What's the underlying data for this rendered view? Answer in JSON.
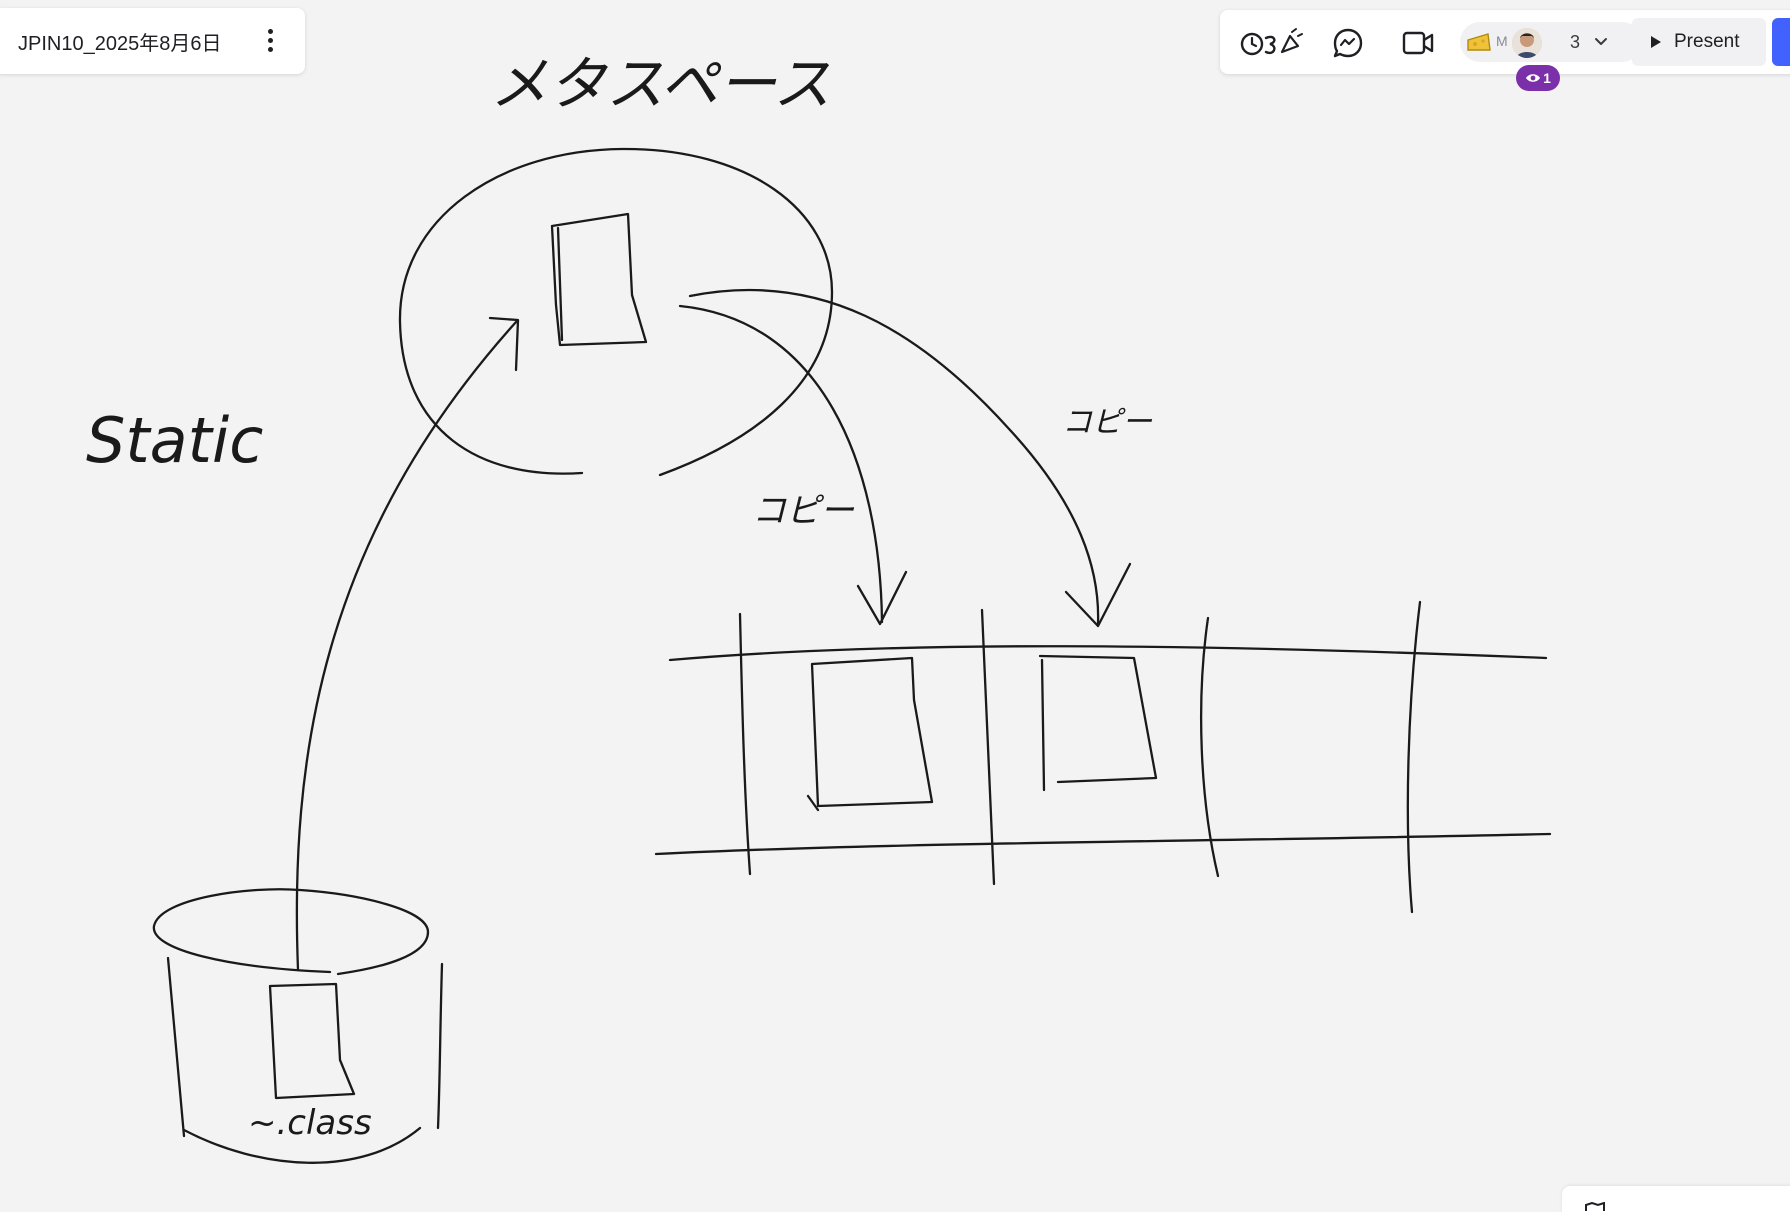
{
  "board": {
    "title": "JPIN10_2025年8月6日",
    "menu_icon": "more-vertical-icon"
  },
  "toolbar": {
    "reactions_icon": "reactions-timer-icon",
    "comments_icon": "chat-bubble-icon",
    "video_icon": "video-camera-icon",
    "collaborators": {
      "initial": "M",
      "count": "3",
      "chevron_icon": "chevron-down-icon"
    },
    "present_label": "Present",
    "present_icon": "play-icon",
    "share_color": "#4262ff"
  },
  "viewers_badge": {
    "icon": "eye-icon",
    "count": "1",
    "color": "#7b2fa8"
  },
  "drawing": {
    "heading": "メタスペース",
    "static_label": "Static",
    "copy_label_1": "コピー",
    "copy_label_2": "コピー",
    "class_label": "~.class"
  }
}
